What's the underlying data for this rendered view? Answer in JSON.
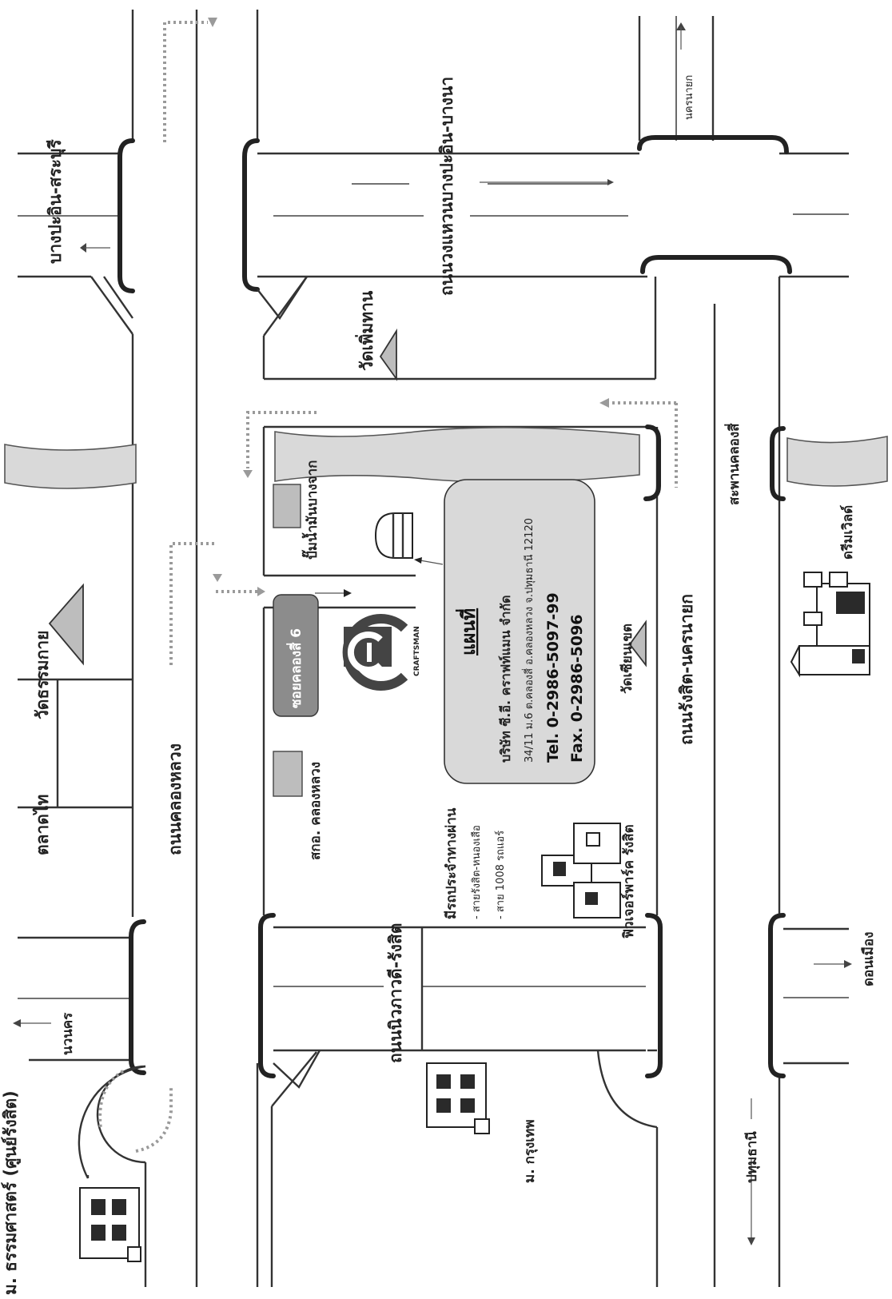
{
  "orientation": "map printed rotated 90 degrees; labels run vertically",
  "colors": {
    "ink": "#222222",
    "fill_gray": "#bdbdbd",
    "panel": "#d9d9d9",
    "route_dots": "#9a9a9a"
  },
  "map": {
    "title": "แผนที่",
    "company": {
      "name": "บริษัท ซี.อี. คราฟท์แมน จำกัด",
      "address": "34/11 ม.6 ต.คลองสี่ อ.คลองหลวง จ.ปทุมธานี 12120",
      "tel": "Tel.  0-2986-5097-99",
      "fax": "Fax.  0-2986-5096"
    },
    "logo_text": "CRAFTSMAN",
    "bus": {
      "heading": "มีรถประจำทางผ่าน",
      "lines": [
        "- สายรังสิต-หนองเสือ",
        "- สาย 1008 รถแอร์"
      ]
    },
    "soi_label": "ซอยคลองสี่ 6",
    "roads": {
      "khlong_luang": "ถนนคลองหลวง",
      "outer_ring": "ถนนวงแหวนบางปะอิน-บางนา",
      "rangsit_nakhon_nayok": "ถนนรังสิต-นครนายก",
      "ngamwongwan": "ถนนนิวภาวดี-รังสิต"
    },
    "places": {
      "bang_pa_in_saraburi": "บางปะอิน-สระบุรี",
      "wat_thammakai": "วัดธรรมกาย",
      "talad_thai": "ตลาดไท",
      "nawa_nakorn": "นวนคร",
      "thammasat": "ม. ธรรมศาสตร์ (ศูนย์รังสิต)",
      "bangkok_uni": "ม. กรุงเทพ",
      "wat_phoem": "วัดเพิ่มทาน",
      "wat_sian": "วัดเซียนเขต",
      "pump": "ปั๊มน้ำมันบางจาก",
      "sko": "สกอ. คลองหลวง",
      "future_park": "ฟิวเจอร์พาร์ค รังสิต",
      "dream_world": "ดรีมเวิลด์",
      "nakhon_nayok": "นครนายก",
      "bridge": "สะพานคลองสี่",
      "don_mueang": "ดอนเมือง",
      "pathum_thani": "ปทุมธานี"
    }
  }
}
